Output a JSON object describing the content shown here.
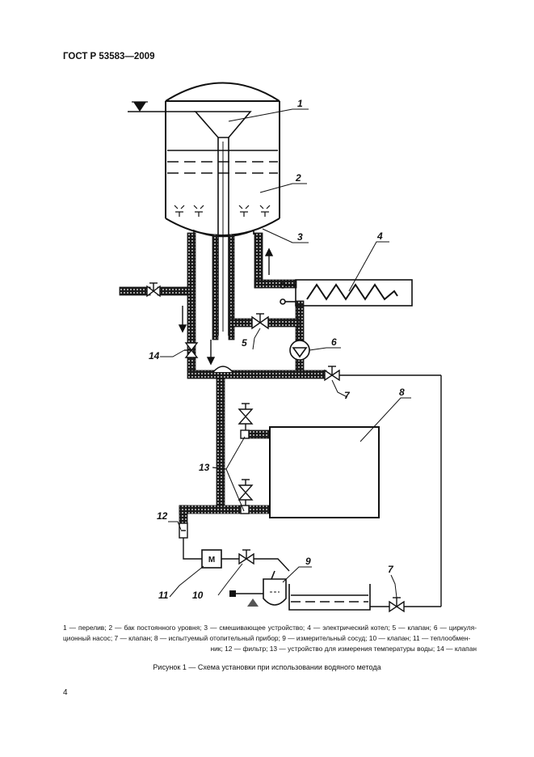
{
  "header": {
    "standard": "ГОСТ Р 53583—2009"
  },
  "diagram": {
    "callouts": [
      "1",
      "2",
      "3",
      "4",
      "5",
      "6",
      "7",
      "7",
      "8",
      "9",
      "10",
      "11",
      "12",
      "13",
      "14"
    ],
    "motor_letter": "М"
  },
  "legend": {
    "line1": "1 — перелив; 2 — бак постоянного уровня; 3 — смешивающее устройство; 4 — электрический котел; 5 — клапан; 6 — циркуля-",
    "line2": "ционный насос; 7 — клапан; 8 — испытуемый отопительный прибор; 9 — измерительный сосуд; 10 — клапан; 11 — теплообмен-",
    "line3": "ник; 12 — фильтр; 13 — устройство для измерения температуры воды; 14 — клапан"
  },
  "caption": "Рисунок 1 — Схема установки при использовании водяного метода",
  "page_number": "4"
}
